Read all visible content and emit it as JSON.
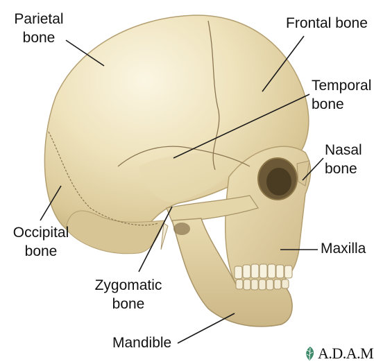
{
  "labels": {
    "parietal": [
      "Parietal",
      "bone"
    ],
    "frontal": "Frontal bone",
    "temporal": [
      "Temporal",
      "bone"
    ],
    "nasal": [
      "Nasal",
      "bone"
    ],
    "occipital": [
      "Occipital",
      "bone"
    ],
    "maxilla": "Maxilla",
    "zygomatic": [
      "Zygomatic",
      "bone"
    ],
    "mandible": "Mandible"
  },
  "logo": {
    "text": "A.D.A.M.",
    "icon": "leaf-icon"
  },
  "colors": {
    "bone_light": "#f2e9c8",
    "bone_mid": "#e3d5a6",
    "bone_shadow": "#b9a67a",
    "leader_line": "#1a1a1a",
    "logo_leaf": "#3f8a6a"
  }
}
